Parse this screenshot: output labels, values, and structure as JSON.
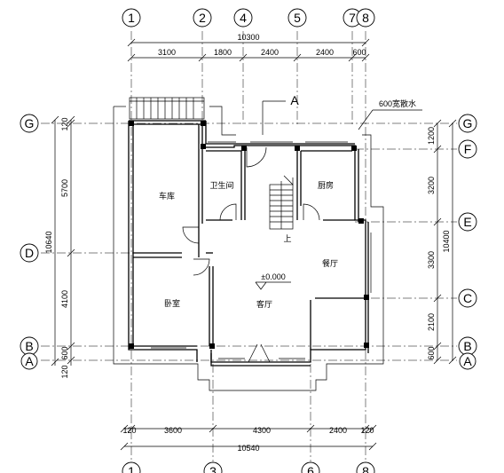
{
  "axes_top": [
    "1",
    "2",
    "4",
    "5",
    "7",
    "8"
  ],
  "axes_bottom": [
    "1",
    "3",
    "6",
    "8"
  ],
  "axes_left": [
    "G",
    "D",
    "B",
    "A"
  ],
  "axes_right": [
    "G",
    "F",
    "E",
    "C",
    "B",
    "A"
  ],
  "dims_top": {
    "total": "10300",
    "segments": [
      "3100",
      "1800",
      "2400",
      "2400",
      "600"
    ]
  },
  "dims_bottom": {
    "total": "10540",
    "segments": [
      "120",
      "3600",
      "4300",
      "2400",
      "120"
    ]
  },
  "dims_left": {
    "total": "10640",
    "segments": [
      "120",
      "5700",
      "4100",
      "600",
      "120"
    ]
  },
  "dims_right": {
    "total": "10400",
    "segments": [
      "1200",
      "3200",
      "3300",
      "2100",
      "600"
    ]
  },
  "rooms": {
    "garage": "车库",
    "bathroom": "卫生间",
    "kitchen": "厨房",
    "dining": "餐厅",
    "bedroom": "卧室",
    "living": "客厅"
  },
  "elevation": "±0.000",
  "stair_up": "上",
  "section_mark": "A",
  "drainage_note": "600宽散水"
}
